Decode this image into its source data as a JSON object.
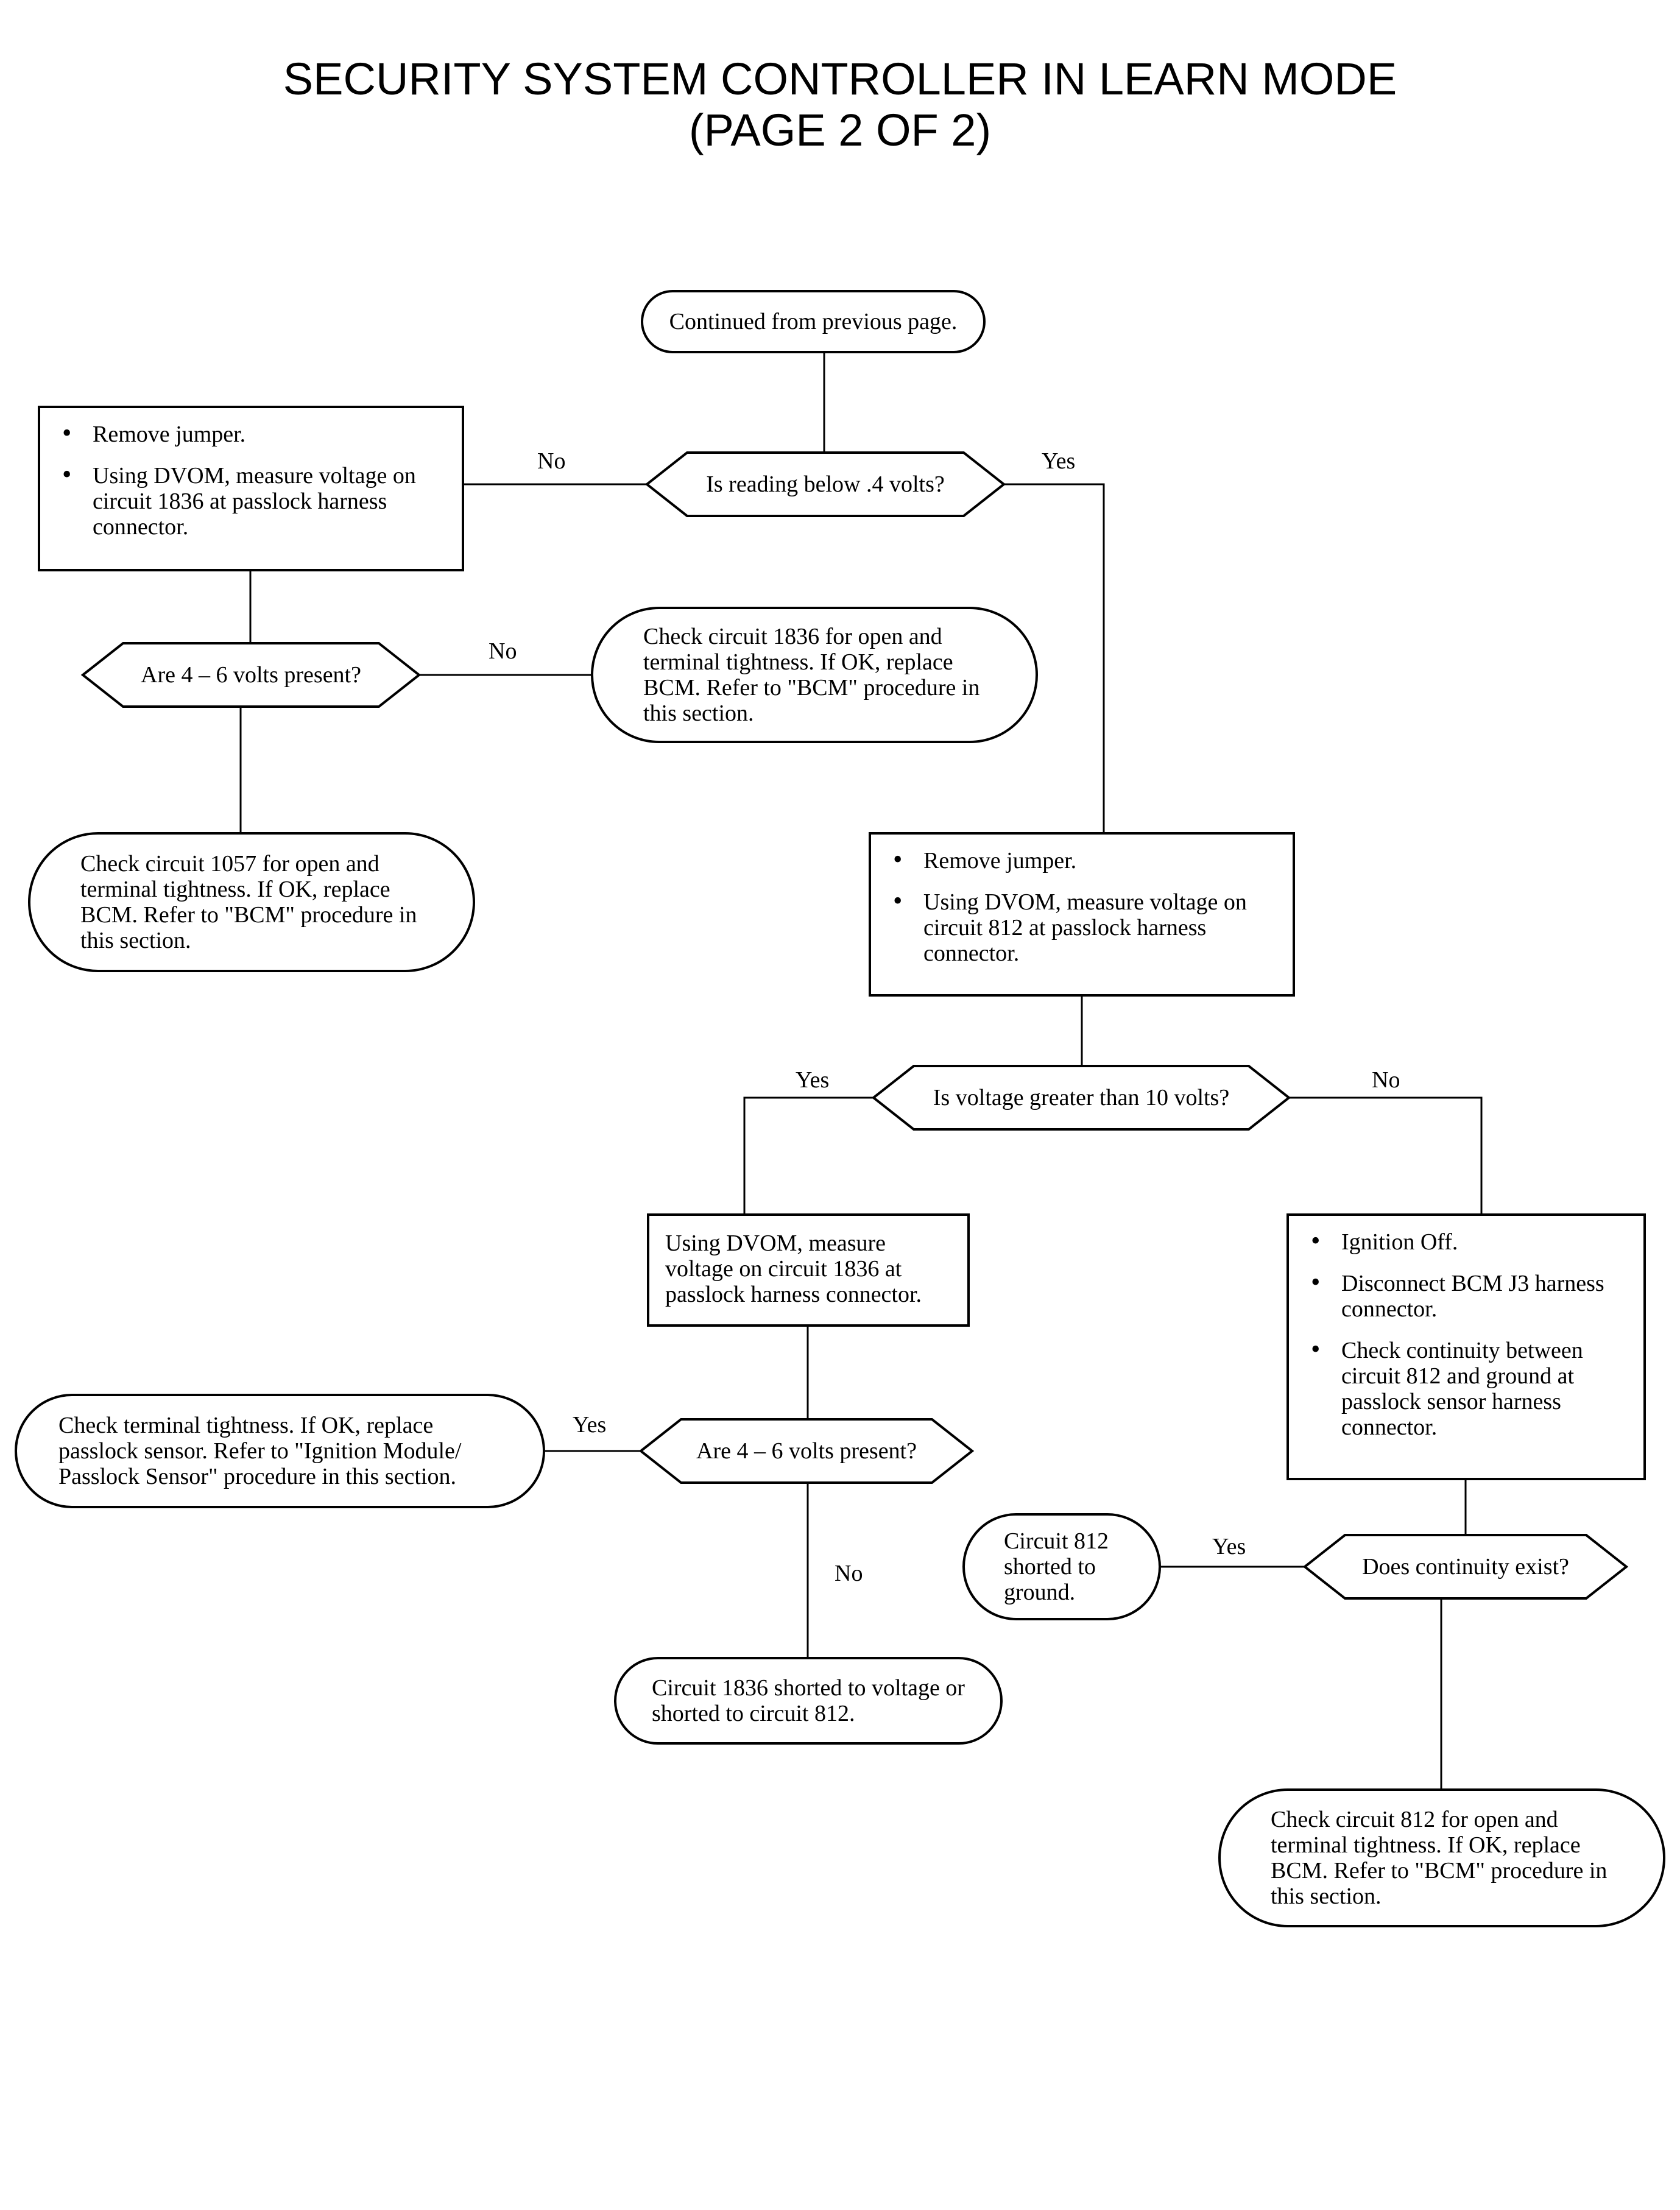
{
  "title": {
    "line1": "SECURITY SYSTEM CONTROLLER IN LEARN MODE",
    "line2": "(PAGE 2 OF 2)"
  },
  "nodes": {
    "start": "Continued from previous page.",
    "d_reading": "Is reading below .4 volts?",
    "box_left": {
      "b1": "Remove jumper.",
      "b2": "Using DVOM, measure voltage on circuit 1836 at passlock harness connector."
    },
    "d_4_6_left": "Are 4 – 6 volts present?",
    "end_1836_open": "Check circuit 1836 for open and terminal tightness. If OK, replace BCM. Refer to \"BCM\" procedure in this section.",
    "end_1057_open": "Check circuit 1057 for open and terminal tightness. If OK, replace BCM. Refer to \"BCM\" procedure in this section.",
    "box_right": {
      "b1": "Remove jumper.",
      "b2": "Using DVOM, measure voltage on circuit 812 at passlock harness connector."
    },
    "d_10v": "Is voltage greater than 10 volts?",
    "box_measure_1836": "Using DVOM, measure voltage on circuit 1836 at passlock harness connector.",
    "box_ignition": {
      "b1": "Ignition Off.",
      "b2": "Disconnect BCM J3 harness connector.",
      "b3": "Check continuity between circuit 812 and ground at passlock sensor harness connector."
    },
    "end_sensor": "Check terminal tightness. If OK, replace passlock sensor. Refer to \"Ignition Module/ Passlock Sensor\" procedure in this section.",
    "d_4_6_mid": "Are 4 – 6 volts present?",
    "end_short_voltage": "Circuit 1836 shorted to voltage or shorted to circuit 812.",
    "end_812_ground": "Circuit 812 shorted to ground.",
    "d_continuity": "Does continuity exist?",
    "end_812_open": "Check circuit 812 for open and terminal tightness. If OK, replace BCM. Refer to \"BCM\" procedure in this section."
  },
  "labels": {
    "reading_no": "No",
    "reading_yes": "Yes",
    "left46_no": "No",
    "v10_yes": "Yes",
    "v10_no": "No",
    "mid46_yes": "Yes",
    "mid46_no": "No",
    "cont_yes": "Yes"
  }
}
